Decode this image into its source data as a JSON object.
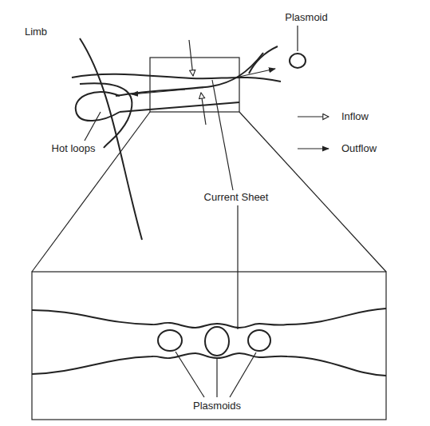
{
  "diagram": {
    "labels": [
      "Limb",
      "Plasmoid",
      "Hot loops",
      "Current Sheet",
      "Plasmoids"
    ],
    "legend": [
      {
        "text": "Inflow"
      },
      {
        "text": "Outflow"
      }
    ]
  }
}
